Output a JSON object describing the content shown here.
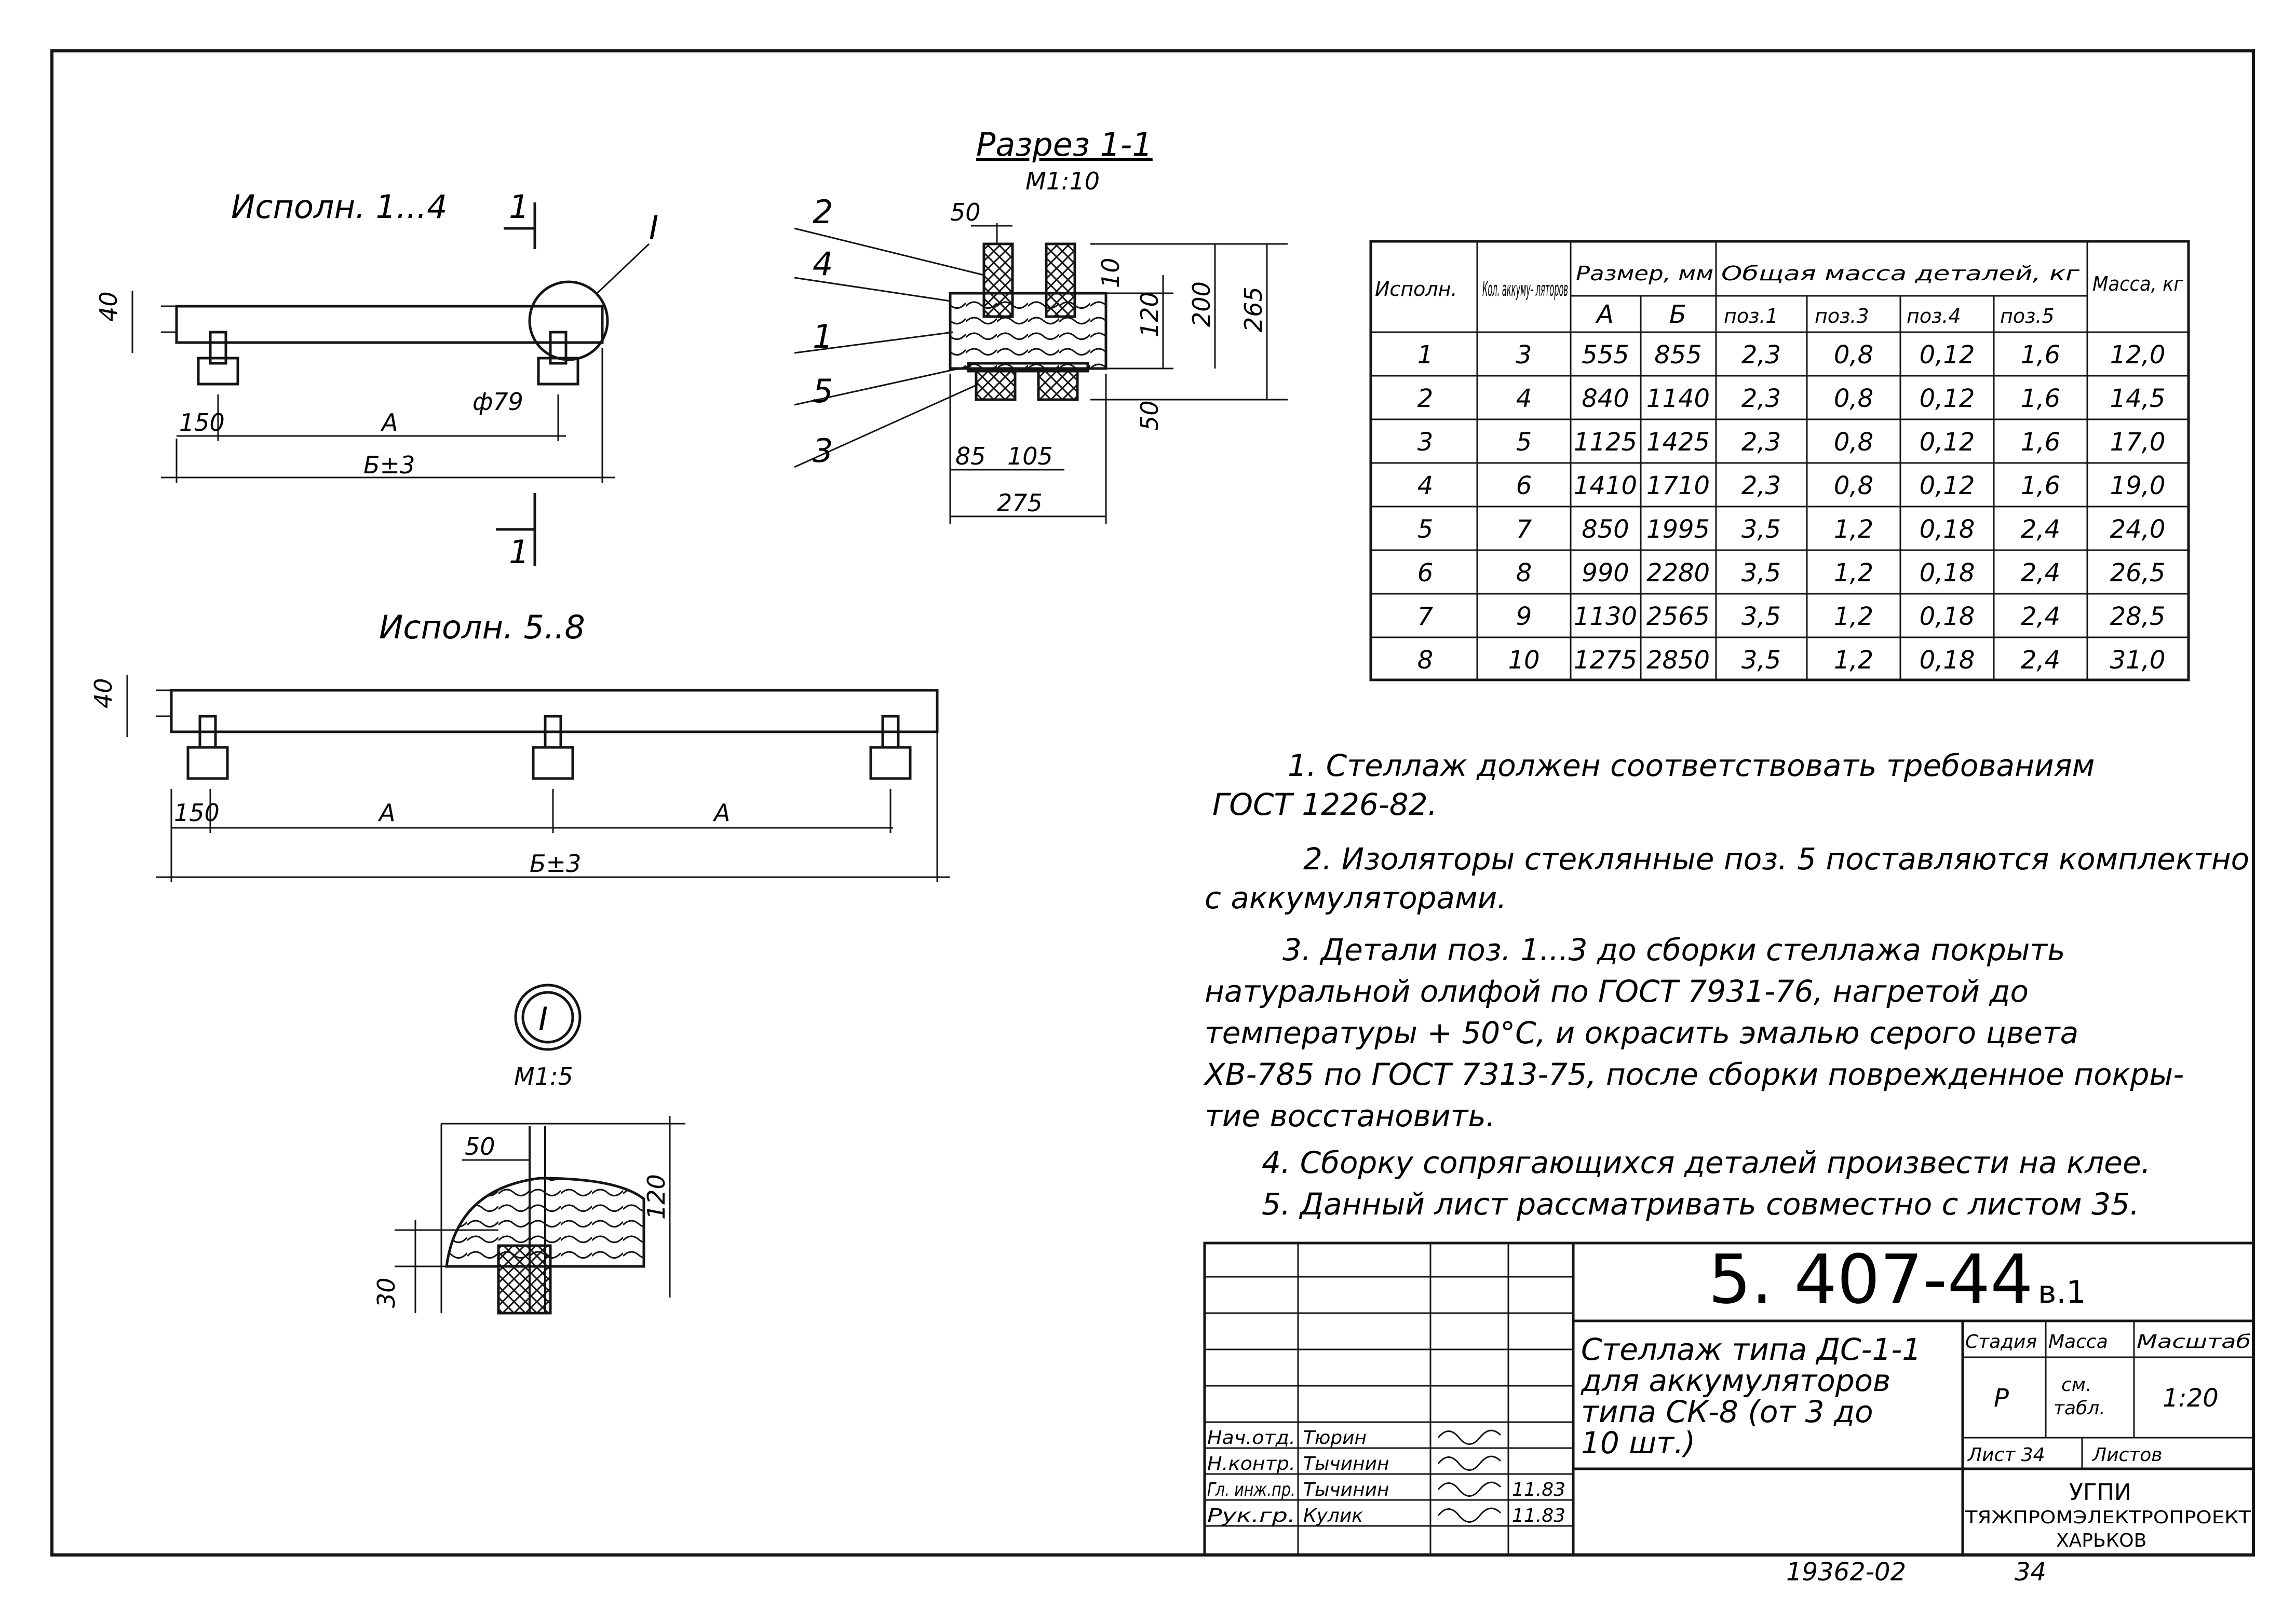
{
  "views": {
    "exec_1_4": "Исполн. 1...4",
    "exec_5_8": "Исполн. 5..8",
    "section_title": "Разрез 1-1",
    "section_scale": "М1:10",
    "detail_mark": "I",
    "detail_scale": "М1:5",
    "section_mark": "1"
  },
  "dims": {
    "d40": "40",
    "d150": "150",
    "dA": "A",
    "dB": "Б±3",
    "dphi79": "ф79",
    "d50": "50",
    "d10": "10",
    "d120": "120",
    "d200": "200",
    "d265": "265",
    "d85": "85",
    "d105": "105",
    "d275": "275",
    "d30": "30"
  },
  "positions": {
    "p1": "1",
    "p2": "2",
    "p3": "3",
    "p4": "4",
    "p5": "5"
  },
  "table": {
    "headers": {
      "isp": "Исполн.",
      "kol": "Кол. аккуму- ляторов",
      "razmer": "Размер, мм",
      "massa_det": "Общая масса деталей, кг",
      "massa": "Масса, кг",
      "a": "A",
      "b": "Б",
      "poz1": "поз.1",
      "poz3": "поз.3",
      "poz4": "поз.4",
      "poz5": "поз.5"
    },
    "rows": [
      [
        "1",
        "3",
        "555",
        "855",
        "2,3",
        "0,8",
        "0,12",
        "1,6",
        "12,0"
      ],
      [
        "2",
        "4",
        "840",
        "1140",
        "2,3",
        "0,8",
        "0,12",
        "1,6",
        "14,5"
      ],
      [
        "3",
        "5",
        "1125",
        "1425",
        "2,3",
        "0,8",
        "0,12",
        "1,6",
        "17,0"
      ],
      [
        "4",
        "6",
        "1410",
        "1710",
        "2,3",
        "0,8",
        "0,12",
        "1,6",
        "19,0"
      ],
      [
        "5",
        "7",
        "850",
        "1995",
        "3,5",
        "1,2",
        "0,18",
        "2,4",
        "24,0"
      ],
      [
        "6",
        "8",
        "990",
        "2280",
        "3,5",
        "1,2",
        "0,18",
        "2,4",
        "26,5"
      ],
      [
        "7",
        "9",
        "1130",
        "2565",
        "3,5",
        "1,2",
        "0,18",
        "2,4",
        "28,5"
      ],
      [
        "8",
        "10",
        "1275",
        "2850",
        "3,5",
        "1,2",
        "0,18",
        "2,4",
        "31,0"
      ]
    ]
  },
  "notes": [
    "1. Стеллаж должен соответствовать требованиям",
    "ГОСТ 1226-82.",
    "2. Изоляторы стеклянные поз. 5 поставляются комплектно",
    "с аккумуляторами.",
    "3. Детали поз. 1...3 до сборки стеллажа покрыть",
    "натуральной олифой по ГОСТ 7931-76, нагретой до",
    "температуры + 50°С, и окрасить эмалью серого цвета",
    "ХВ-785 по ГОСТ 7313-75, после сборки поврежденное покры-",
    "тие восстановить.",
    "4. Сборку сопрягающихся деталей произвести на клее.",
    "5. Данный лист рассматривать совместно с листом 35."
  ],
  "stamp": {
    "doc_number": "5. 407-44",
    "doc_issue": "в.1",
    "title_lines": [
      "Стеллаж типа ДС-1-1",
      "для аккумуляторов",
      "типа СК-8 (от 3 до",
      "10 шт.)"
    ],
    "stage_label": "Стадия",
    "mass_label": "Масса",
    "scale_label": "Масштаб",
    "stage_value": "Р",
    "mass_value_1": "см.",
    "mass_value_2": "табл.",
    "scale_value": "1:20",
    "sheet_label": "Лист 34",
    "sheets_label": "Листов",
    "org_1": "УГПИ",
    "org_2": "ТЯЖПРОМЭЛЕКТРОПРОЕКТ",
    "org_3": "ХАРЬКОВ",
    "roles": [
      "Нач.отд.",
      "Н.контр.",
      "Гл. инж.пр.",
      "Рук.гр."
    ],
    "names": [
      "Тюрин",
      "Тычинин",
      "Тычинин",
      "Кулик"
    ],
    "dates": [
      "",
      "",
      "11.83",
      "11.83"
    ]
  },
  "footer": {
    "inventory": "19362-02",
    "page": "34"
  }
}
